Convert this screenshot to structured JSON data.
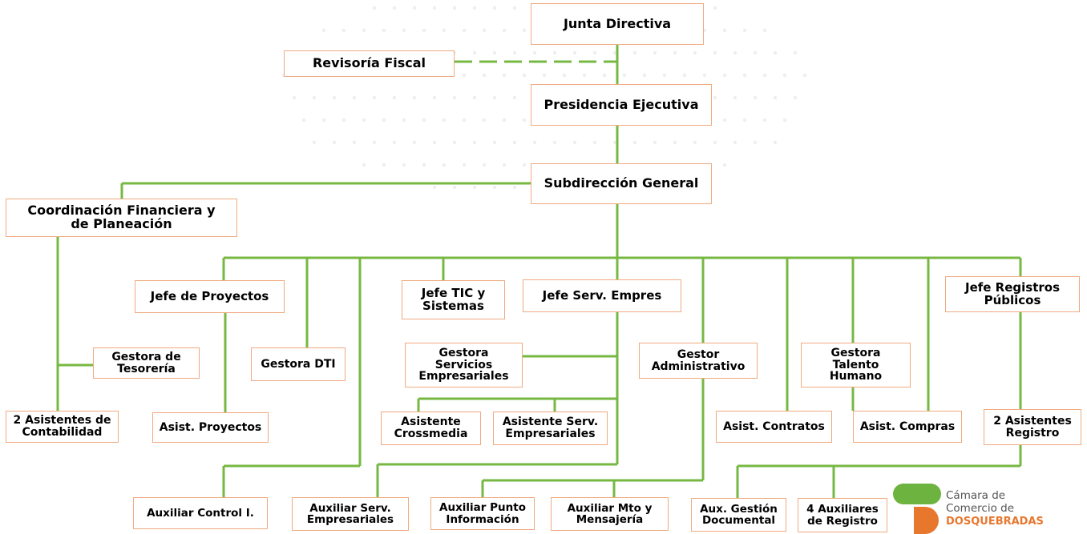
{
  "org": {
    "junta": "Junta Directiva",
    "revisoria": "Revisoría  Fiscal",
    "presidencia": "Presidencia Ejecutiva",
    "subdireccion": "Subdirección General",
    "coord_financiera": "Coordinación Financiera y\nde Planeación",
    "jefe_proyectos": "Jefe de Proyectos",
    "jefe_tic": "Jefe TIC y\nSistemas",
    "jefe_serv": "Jefe Serv. Empres",
    "jefe_registros": "Jefe Registros\nPúblicos",
    "gestora_tesoreria": "Gestora de\nTesorería",
    "gestora_dti": "Gestora DTI",
    "gestora_servicios": "Gestora\nServicios\nEmpresariales",
    "gestor_admin": "Gestor\nAdministrativo",
    "gestora_talento": "Gestora\nTalento\nHumano",
    "asist_contabilidad": "2 Asistentes de\nContabilidad",
    "asist_proyectos": "Asist. Proyectos",
    "asist_crossmedia": "Asistente\nCrossmedia",
    "asist_serv_emp": "Asistente Serv.\nEmpresariales",
    "asist_contratos": "Asist. Contratos",
    "asist_compras": "Asist. Compras",
    "asist_registro": "2 Asistentes\nRegistro",
    "aux_control": "Auxiliar Control I.",
    "aux_serv_emp": "Auxiliar Serv.\nEmpresariales",
    "aux_punto": "Auxiliar Punto\nInformación",
    "aux_mto": "Auxiliar Mto y\nMensajería",
    "aux_gestion_doc": "Aux. Gestión\nDocumental",
    "aux_registro": "4 Auxiliares\nde Registro"
  },
  "logo": {
    "line1": "Cámara de",
    "line2": "Comercio de",
    "line3": "DOSQUEBRADAS"
  },
  "colors": {
    "line": "#77b843",
    "box_border": "#f0aa80",
    "logo_green": "#6cb33f",
    "logo_orange": "#e8772e"
  }
}
